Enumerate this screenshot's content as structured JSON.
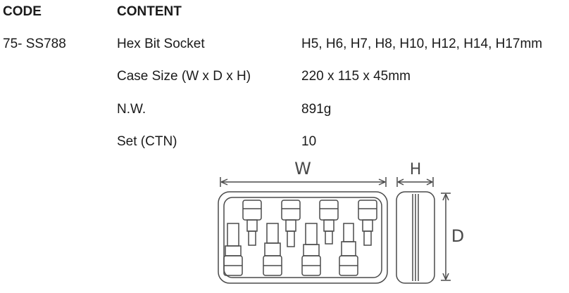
{
  "headers": {
    "code": "CODE",
    "content": "CONTENT"
  },
  "code": "75- SS788",
  "rows": [
    {
      "label": "Hex Bit Socket",
      "value": "H5, H6, H7, H8, H10, H12, H14, H17mm"
    },
    {
      "label": "Case Size (W x D x H)",
      "value": "220 x 115 x 45mm"
    },
    {
      "label": "N.W.",
      "value": "891g"
    },
    {
      "label": "Set (CTN)",
      "value": "10"
    }
  ],
  "diagram": {
    "width_label": "W",
    "height_label": "H",
    "depth_label": "D"
  }
}
